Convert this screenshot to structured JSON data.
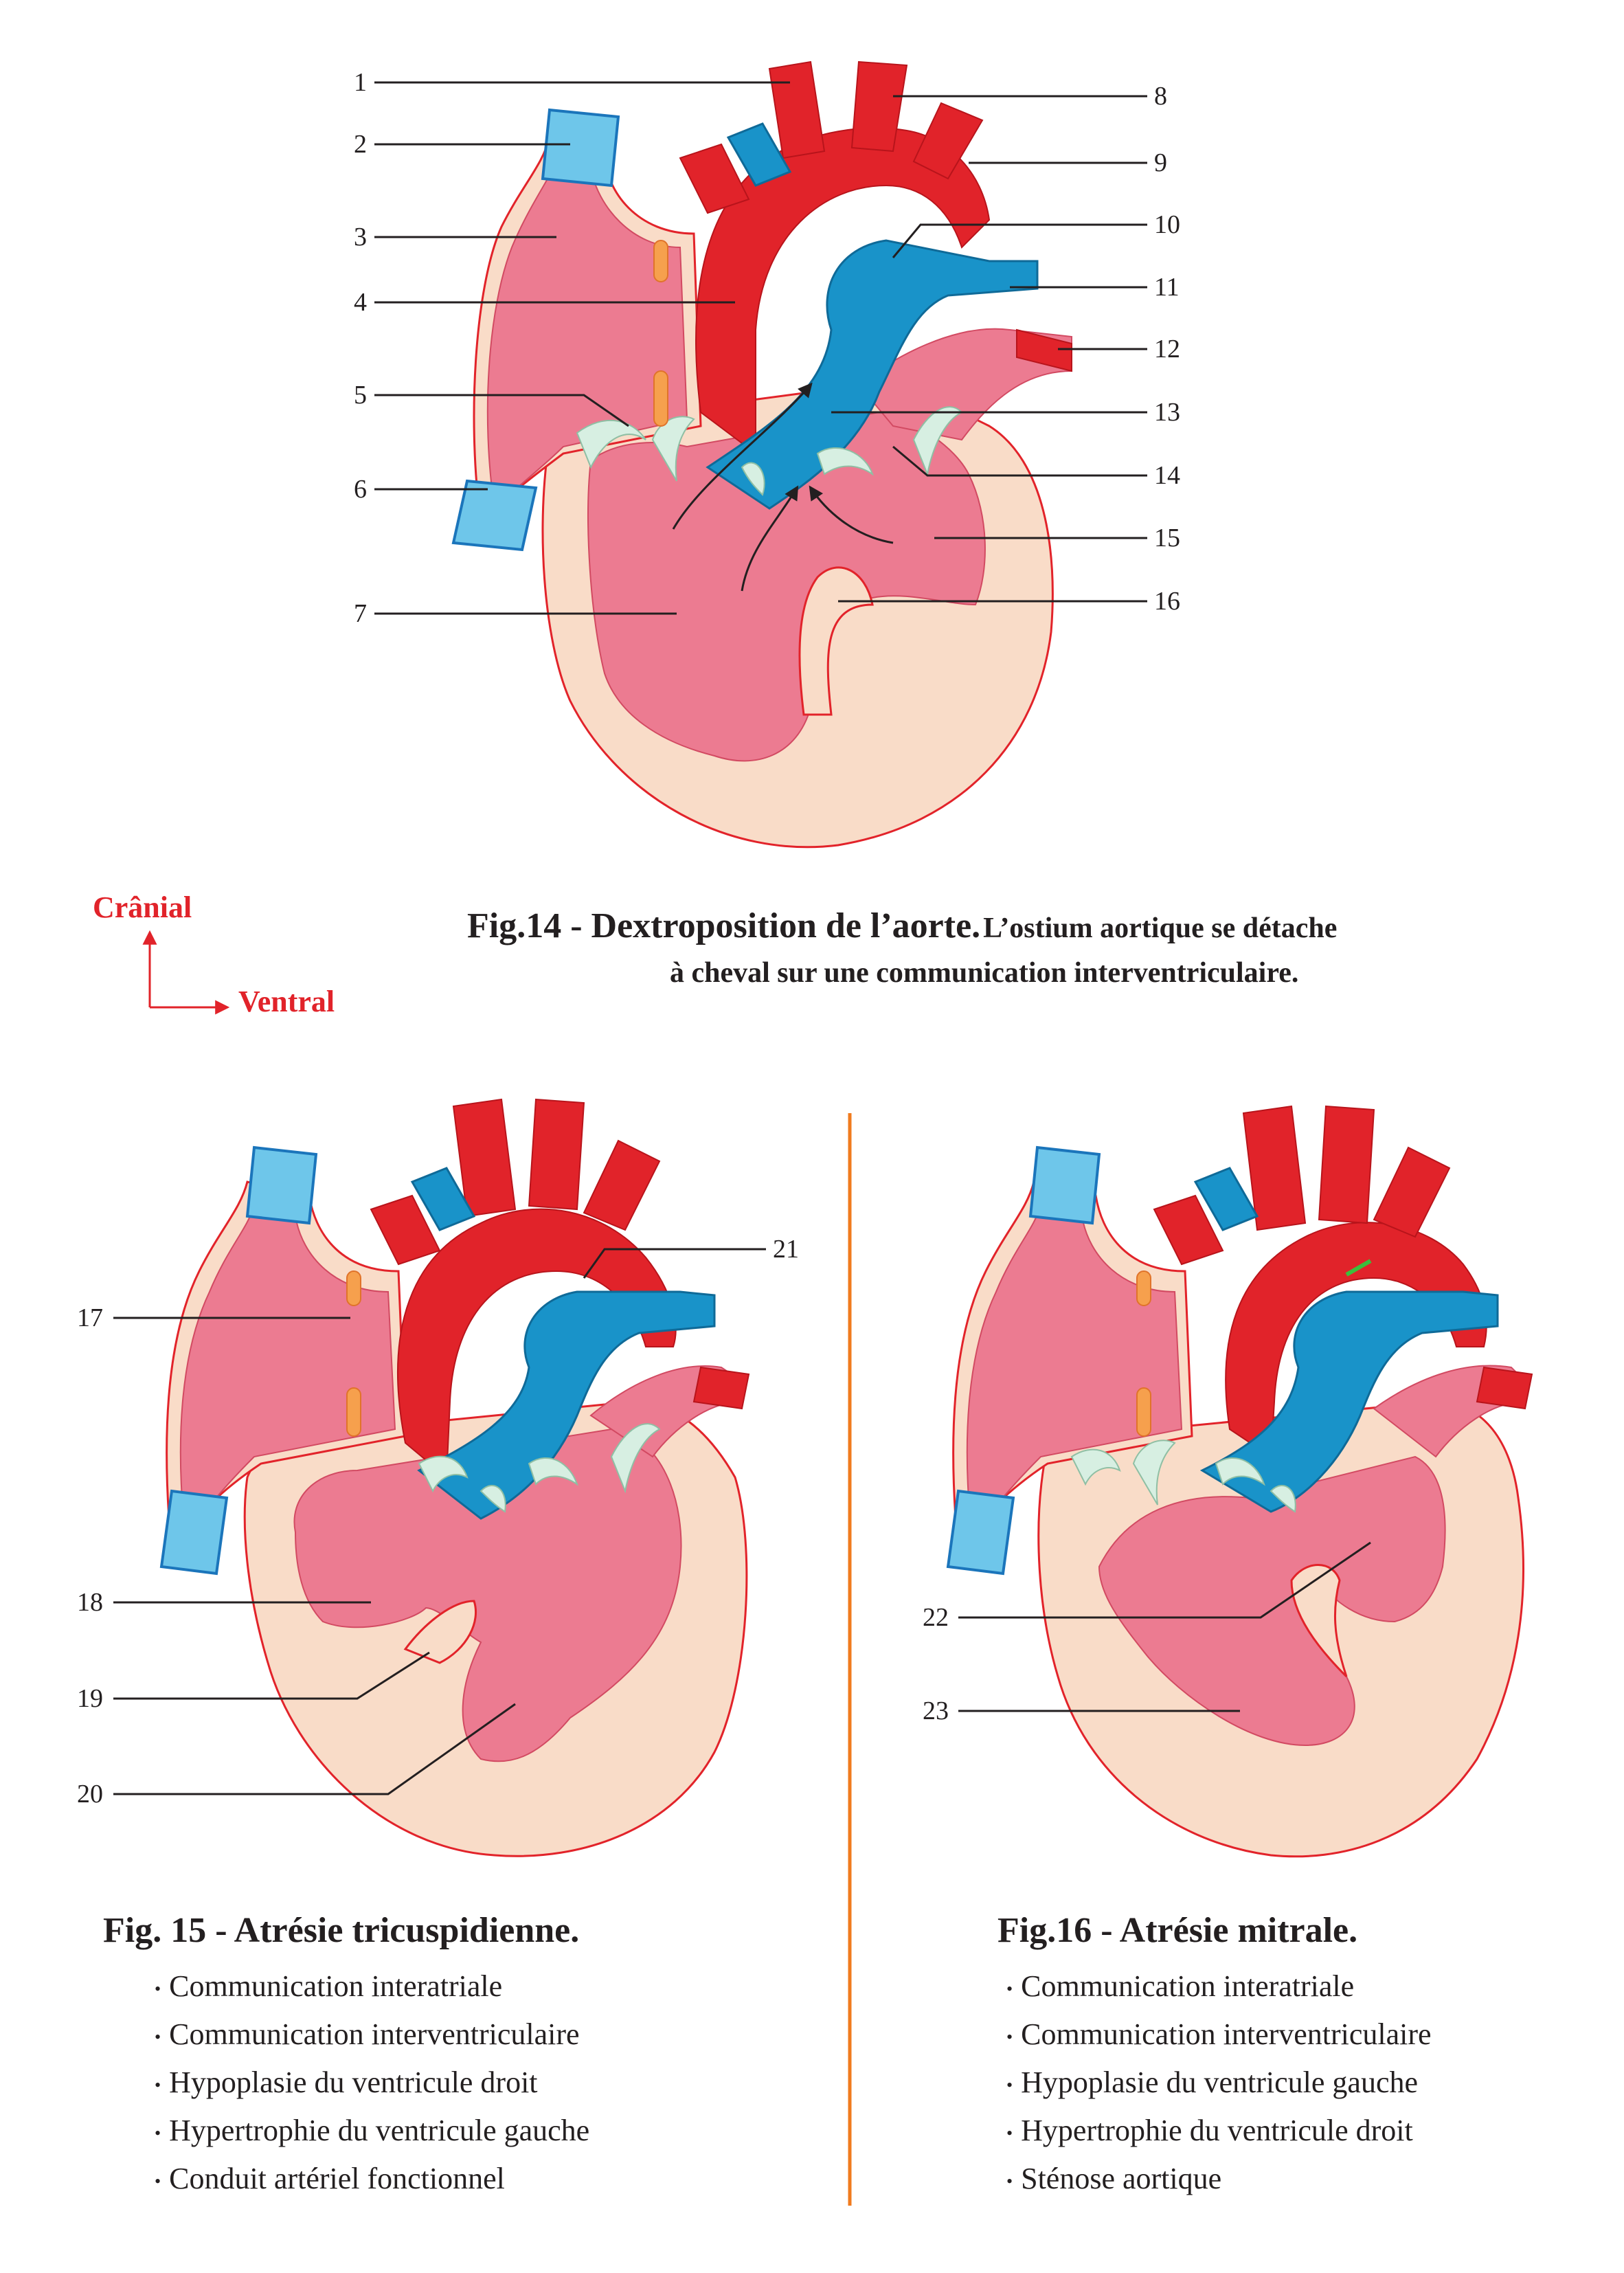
{
  "fig14": {
    "title": "Fig.14 - Dextroposition de l’aorte.",
    "subtitle_line1": "L’ostium aortique se détache",
    "subtitle_line2": "à cheval sur une communication interventriculaire.",
    "labels_left": [
      "1",
      "2",
      "3",
      "4",
      "5",
      "6",
      "7"
    ],
    "labels_right": [
      "8",
      "9",
      "10",
      "11",
      "12",
      "13",
      "14",
      "15",
      "16"
    ]
  },
  "orientation": {
    "cranial": "Crânial",
    "ventral": "Ventral"
  },
  "fig15": {
    "title": "Fig. 15 - Atrésie tricuspidienne.",
    "labels": [
      "17",
      "18",
      "19",
      "20",
      "21"
    ],
    "bullets": [
      "Communication interatriale",
      "Communication interventriculaire",
      "Hypoplasie du ventricule droit",
      "Hypertrophie du ventricule gauche",
      "Conduit artériel fonctionnel"
    ]
  },
  "fig16": {
    "title": "Fig.16 - Atrésie mitrale.",
    "labels": [
      "22",
      "23"
    ],
    "bullets": [
      "Communication interatriale",
      "Communication interventriculaire",
      "Hypoplasie du ventricule gauche",
      "Hypertrophie du ventricule droit",
      "Sténose aortique"
    ]
  },
  "colors": {
    "aorta": "#e1232a",
    "pulmonary": "#1993c9",
    "vena_cava": "#6ec6ea",
    "cavity": "#ec7b91",
    "myocardium": "#f9dcc8",
    "divider": "#f07b1e",
    "orientation": "#e1232a"
  }
}
